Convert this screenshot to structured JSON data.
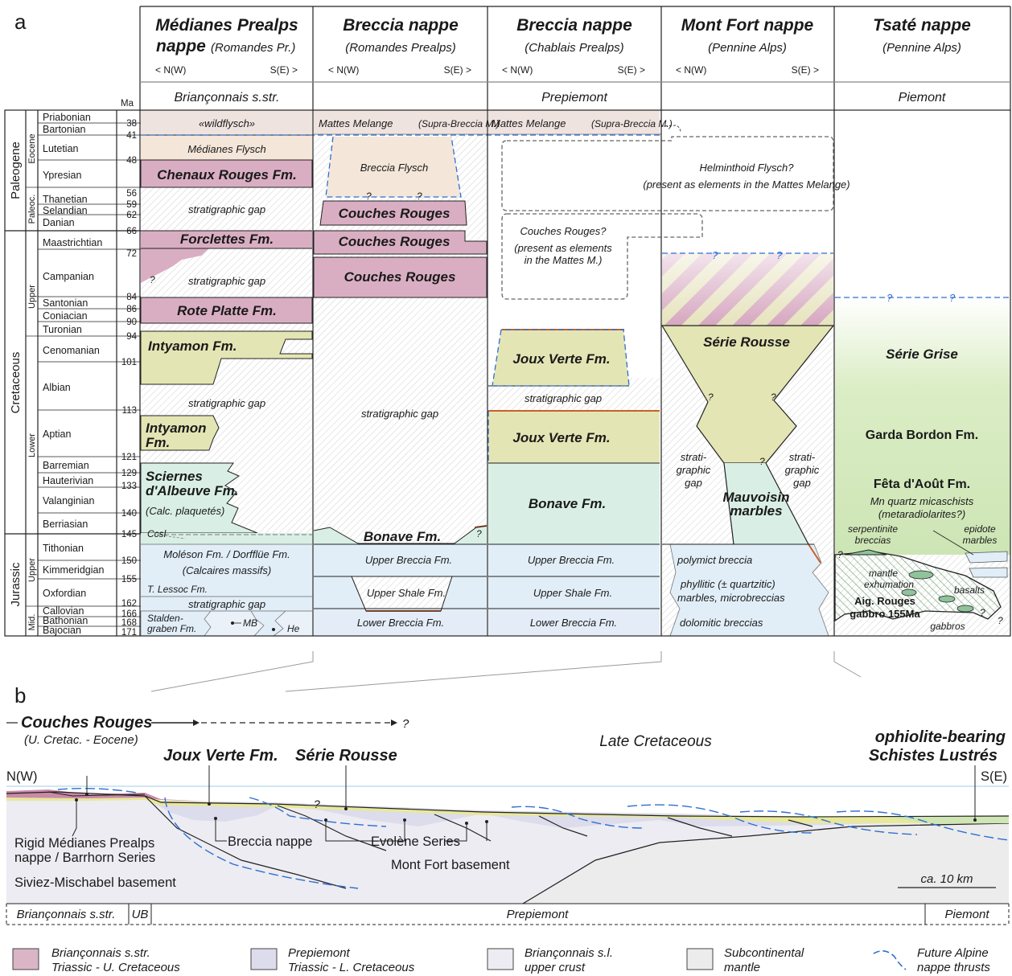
{
  "panels": {
    "a": "a",
    "b": "b"
  },
  "columns": [
    {
      "title": "Médianes Prealps",
      "title2": "nappe",
      "sub": "(Romandes Pr.)",
      "left_dir": "< N(W)",
      "right_dir": "S(E) >"
    },
    {
      "title": "Breccia nappe",
      "sub": "(Romandes Prealps)",
      "left_dir": "< N(W)",
      "right_dir": "S(E) >"
    },
    {
      "title": "Breccia nappe",
      "sub": "(Chablais Prealps)",
      "left_dir": "< N(W)",
      "right_dir": "S(E) >"
    },
    {
      "title": "Mont Fort nappe",
      "sub": "(Pennine Alps)",
      "left_dir": "< N(W)",
      "right_dir": "S(E) >"
    },
    {
      "title": "Tsaté nappe",
      "sub": "(Pennine Alps)"
    }
  ],
  "domains": [
    "Briançonnais s.str.",
    "Prepiemont",
    "Piemont"
  ],
  "ma_label": "Ma",
  "eras": [
    "Paleogene",
    "Cretaceous",
    "Jurassic"
  ],
  "epochs": [
    "Eocene",
    "Paleoc.",
    "Upper",
    "Lower",
    "Upper",
    "Mid."
  ],
  "stages": [
    "Priabonian",
    "Bartonian",
    "Lutetian",
    "Ypresian",
    "Thanetian",
    "Selandian",
    "Danian",
    "Maastrichtian",
    "Campanian",
    "Santonian",
    "Coniacian",
    "Turonian",
    "Cenomanian",
    "Albian",
    "Aptian",
    "Barremian",
    "Hauterivian",
    "Valanginian",
    "Berriasian",
    "Tithonian",
    "Kimmeridgian",
    "Oxfordian",
    "Callovian",
    "Bathonian",
    "Bajocian"
  ],
  "ma_ticks": [
    "38",
    "41",
    "48",
    "56",
    "59",
    "62",
    "66",
    "72",
    "84",
    "86",
    "90",
    "94",
    "101",
    "113",
    "121",
    "129",
    "133",
    "140",
    "145",
    "150",
    "155",
    "162",
    "166",
    "168",
    "171"
  ],
  "col1": {
    "wildflysch": "«wildflysch»",
    "medianes_flysch": "Médianes Flysch",
    "chenaux": "Chenaux Rouges Fm.",
    "gap": "stratigraphic gap",
    "forclettes": "Forclettes Fm.",
    "rote_platte": "Rote Platte Fm.",
    "intyamon": "Intyamon Fm.",
    "intyamon2a": "Intyamon",
    "intyamon2b": "Fm.",
    "sciernes1": "Sciernes",
    "sciernes2": "d'Albeuve Fm.",
    "calc_plaq": "(Calc. plaquetés)",
    "ccsl": "Ccsl",
    "moleson": "Moléson Fm. / Dorfflüe Fm.",
    "calc_massifs": "(Calcaires massifs)",
    "lessoc": "T. Lessoc Fm.",
    "stalden1": "Stalden-",
    "stalden2": "graben Fm.",
    "mb": "MB",
    "he": "He"
  },
  "col2": {
    "mattes": "Mattes Melange",
    "mattes_sub": "(Supra-Breccia M.)",
    "breccia_flysch": "Breccia Flysch",
    "couches_rouges": "Couches Rouges",
    "gap": "stratigraphic gap",
    "bonave": "Bonave Fm.",
    "upper_breccia": "Upper Breccia Fm.",
    "upper_shale": "Upper Shale Fm.",
    "lower_breccia": "Lower Breccia Fm."
  },
  "col3": {
    "mattes": "Mattes Melange",
    "mattes_sub": "(Supra-Breccia M.)",
    "helminthoid1": "Helminthoid Flysch?",
    "helminthoid2": "(present as elements in the Mattes Melange)",
    "cr1": "Couches Rouges?",
    "cr2": "(present as elements",
    "cr3": "in the Mattes M.)",
    "joux": "Joux Verte Fm.",
    "gap": "stratigraphic gap",
    "bonave": "Bonave Fm.",
    "upper_breccia": "Upper Breccia Fm.",
    "upper_shale": "Upper Shale Fm.",
    "lower_breccia": "Lower Breccia Fm."
  },
  "col4": {
    "serie_rousse": "Série Rousse",
    "gap1": "strati-",
    "gap2": "graphic",
    "gap3": "gap",
    "mauvoisin1": "Mauvoisin",
    "mauvoisin2": "marbles",
    "polymict": "polymict breccia",
    "phyllitic1": "phyllitic (± quartzitic)",
    "phyllitic2": "marbles, microbreccias",
    "dolomitic": "dolomitic breccias"
  },
  "col5": {
    "serie_grise": "Série Grise",
    "garda": "Garda Bordon Fm.",
    "feta": "Fêta d'Août Fm.",
    "mn1": "Mn quartz micaschists",
    "mn2": "(metaradiolarites?)",
    "serp1": "serpentinite",
    "serp2": "breccias",
    "epi1": "epidote",
    "epi2": "marbles",
    "mantle1": "mantle",
    "mantle2": "exhumation",
    "basalts": "basalts",
    "aig1": "Aig. Rouges",
    "aig2": "gabbro 155Ma",
    "gabbros": "gabbros"
  },
  "question": "?",
  "section": {
    "couches_rouges": "Couches Rouges",
    "couches_sub": "(U. Cretac. - Eocene)",
    "joux": "Joux Verte Fm.",
    "serie_rousse": "Série Rousse",
    "ophiolite1": "ophiolite-bearing",
    "ophiolite2": "Schistes Lustrés",
    "late_cret": "Late Cretaceous",
    "nw": "N(W)",
    "se": "S(E)",
    "rigid1": "Rigid Médianes Prealps",
    "rigid2": "nappe / Barrhorn Series",
    "siviez": "Siviez-Mischabel basement",
    "breccia": "Breccia nappe",
    "evolene": "Evolène Series",
    "mont_fort": "Mont Fort basement",
    "scale": "ca. 10 km",
    "bar": [
      "Briançonnais s.str.",
      "UB",
      "Prepiemont",
      "Piemont"
    ]
  },
  "legend": [
    {
      "l1": "Briançonnais s.str.",
      "l2": "Triassic - U. Cretaceous",
      "color": "#d9b5c6"
    },
    {
      "l1": "Prepiemont",
      "l2": "Triassic - L. Cretaceous",
      "color": "#dcdcec"
    },
    {
      "l1": "Briançonnais s.l.",
      "l2": "upper crust",
      "color": "#ececf2"
    },
    {
      "l1": "Subcontinental",
      "l2": "mantle",
      "color": "#ececec"
    },
    {
      "l1": "Future Alpine",
      "l2": "nappe thrusts",
      "color": "#2f6fd1"
    }
  ],
  "colors": {
    "pink": "#d9aec2",
    "olive": "#e4e5b4",
    "mint": "#d9efe6",
    "sky": "#e1eef8",
    "flysch": "#f4e6d9",
    "grise": "#cfe5b3",
    "thrust": "#2f6fd1",
    "orange": "#c8602a"
  }
}
